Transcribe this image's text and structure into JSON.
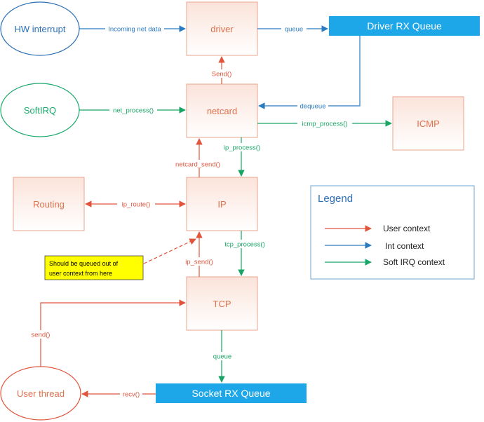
{
  "nodes": {
    "hw_interrupt": "HW interrupt",
    "softirq": "SoftIRQ",
    "user_thread": "User thread",
    "driver": "driver",
    "netcard": "netcard",
    "ip": "IP",
    "tcp": "TCP",
    "routing": "Routing",
    "icmp": "ICMP",
    "driver_rx_queue": "Driver RX Queue",
    "socket_rx_queue": "Socket RX Queue"
  },
  "edges": {
    "incoming_net_data": "Incoming net data",
    "queue_top": "queue",
    "send_cap": "Send()",
    "dequeue": "dequeue",
    "net_process": "net_process()",
    "icmp_process": "icmp_process()",
    "ip_process": "ip_process()",
    "netcard_send": "netcard_send()",
    "ip_route": "ip_route()",
    "tcp_process": "tcp_process()",
    "ip_send": "ip_send()",
    "send": "send()",
    "queue_bottom": "queue",
    "recv": "recv()"
  },
  "note": {
    "line1": "Should be queued out of",
    "line2": "user context from here"
  },
  "legend": {
    "title": "Legend",
    "items": [
      {
        "label": "User context",
        "color": "#e0553c"
      },
      {
        "label": "Int context",
        "color": "#2a7ac0"
      },
      {
        "label": "Soft IRQ  context",
        "color": "#18a565"
      }
    ]
  },
  "colors": {
    "user_context": "#e0553c",
    "int_context": "#2a7ac0",
    "softirq_context": "#18a565",
    "queue_fill": "#1ea7e8",
    "note_fill": "#ffff00"
  }
}
